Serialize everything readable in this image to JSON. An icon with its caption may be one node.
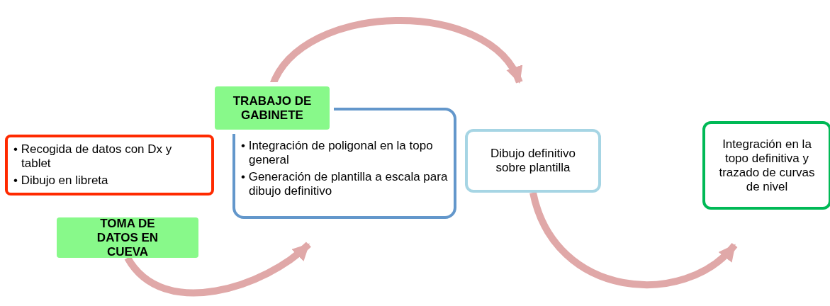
{
  "diagram": {
    "nodes": [
      {
        "text": [
          "• Recogida de datos con Dx y tablet",
          "• Dibujo en libreta"
        ]
      },
      {
        "text": [
          "TOMA DE DATOS EN CUEVA"
        ]
      },
      {
        "text": [
          "TRABAJO DE GABINETE"
        ]
      },
      {
        "text": [
          "• Integración de poligonal en la topo general",
          "• Generación de plantilla a escala para dibujo definitivo"
        ]
      },
      {
        "text": [
          "Dibujo definitivo sobre plantilla"
        ]
      },
      {
        "text": [
          "Integración en la topo definitiva y trazado de curvas de nivel"
        ]
      }
    ],
    "edges": [
      {
        "from": 1,
        "to": 3,
        "arrow": "to"
      },
      {
        "from": 2,
        "to": 4,
        "arrow": "to"
      },
      {
        "from": 4,
        "to": 5,
        "arrow": "to"
      }
    ]
  }
}
